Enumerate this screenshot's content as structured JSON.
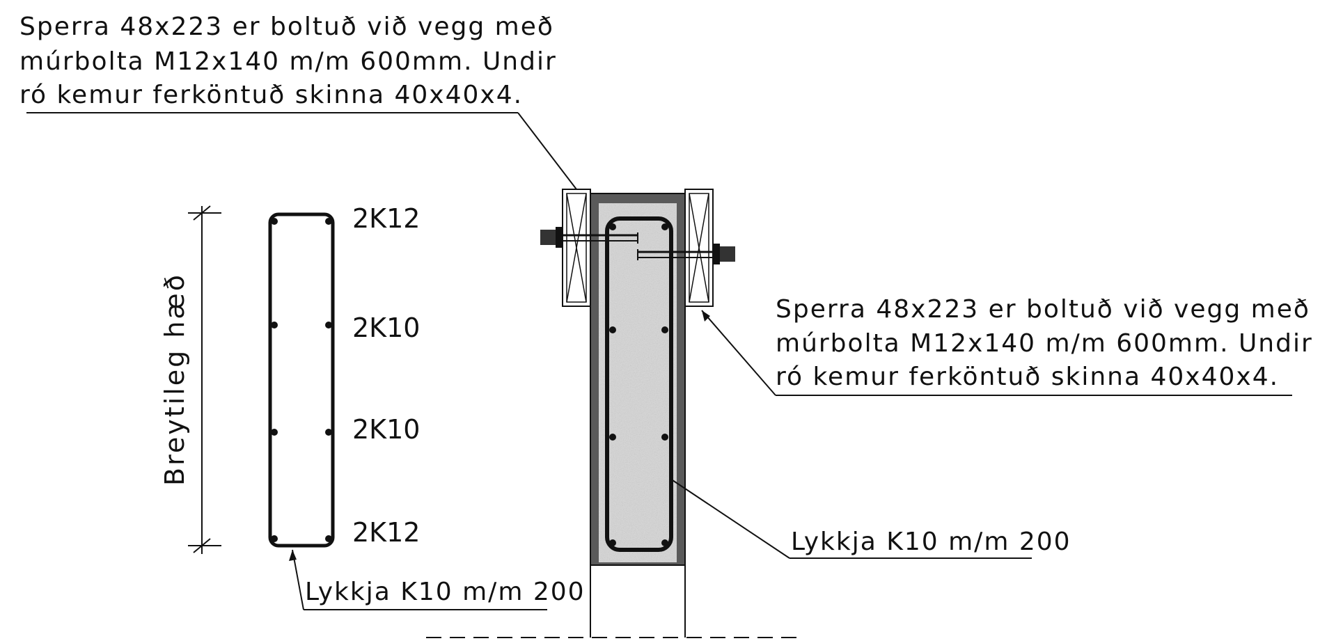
{
  "note_top": {
    "line1": "Sperra 48x223 er boltuð við vegg með",
    "line2": "múrbolta M12x140 m/m 600mm. Undir",
    "line3": "ró kemur ferköntuð skinna 40x40x4."
  },
  "note_right": {
    "line1": "Sperra 48x223 er boltuð við vegg með",
    "line2": "múrbolta M12x140 m/m 600mm. Undir",
    "line3": "ró kemur ferköntuð skinna 40x40x4."
  },
  "dimension_label": "Breytileg hæð",
  "rebar_labels": [
    "2K12",
    "2K10",
    "2K10",
    "2K12"
  ],
  "stirrup_label_left": "Lykkja K10 m/m 200",
  "stirrup_label_right": "Lykkja K10 m/m 200",
  "colors": {
    "line": "#111111",
    "concrete": "#d4d4d4",
    "concrete_edge": "#555555"
  }
}
